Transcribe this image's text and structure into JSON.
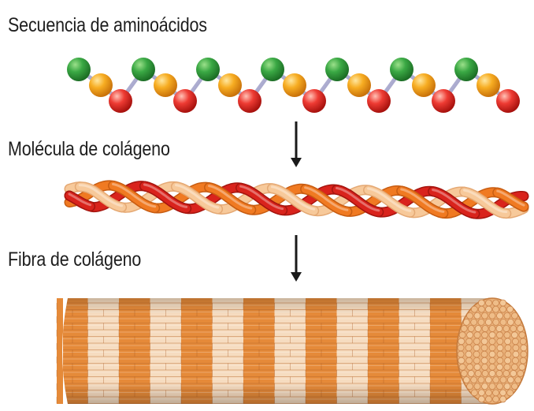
{
  "labels": {
    "amino_acid_sequence": "Secuencia de aminoácidos",
    "collagen_molecule": "Molécula de colágeno",
    "collagen_fiber": "Fibra de colágeno"
  },
  "stages": [
    {
      "id": "amino_acid_sequence",
      "units": 7,
      "atoms": [
        "green",
        "yellow",
        "red"
      ]
    },
    {
      "id": "collagen_molecule",
      "strands": 3,
      "strand_colors": [
        "red",
        "orange",
        "cream"
      ]
    },
    {
      "id": "collagen_fiber",
      "bands": [
        "orange",
        "cream"
      ]
    }
  ],
  "colors": {
    "atom_green": "#2e9b3a",
    "atom_yellow": "#f5a623",
    "atom_red": "#e8342e",
    "strand_red": "#d9231c",
    "strand_orange": "#f07a22",
    "strand_cream": "#f7c99a",
    "fiber_orange": "#e08a3a",
    "fiber_cream": "#f6dcc0",
    "arrow": "#1a1a1a",
    "text": "#1e1e1e"
  }
}
